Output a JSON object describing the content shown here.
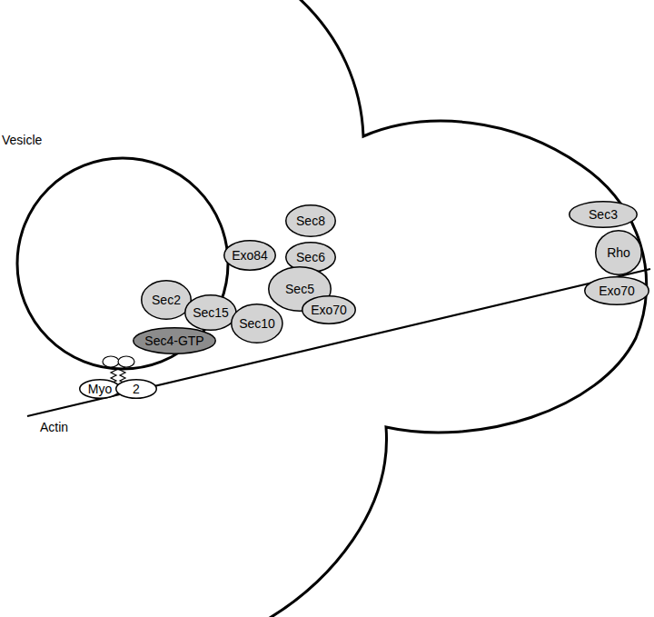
{
  "diagram": {
    "nodes": [
      {
        "text": [
          "Sec3"
        ]
      },
      {
        "text": [
          "Sec8"
        ]
      },
      {
        "text": [
          "Rho"
        ]
      },
      {
        "text": [
          "Exo84"
        ]
      },
      {
        "text": [
          "Sec6"
        ]
      },
      {
        "text": [
          "Sec5"
        ]
      },
      {
        "text": [
          "Exo70"
        ]
      },
      {
        "text": [
          "Sec2"
        ]
      },
      {
        "text": [
          "Sec15"
        ]
      },
      {
        "text": [
          "Exo70"
        ]
      },
      {
        "text": [
          "Sec10"
        ]
      },
      {
        "text": [
          "Sec4-GTP"
        ]
      },
      {
        "text": [
          "Myo"
        ]
      },
      {
        "text": [
          "2"
        ]
      }
    ],
    "labels": [
      "Vesicle",
      "Actin"
    ]
  }
}
